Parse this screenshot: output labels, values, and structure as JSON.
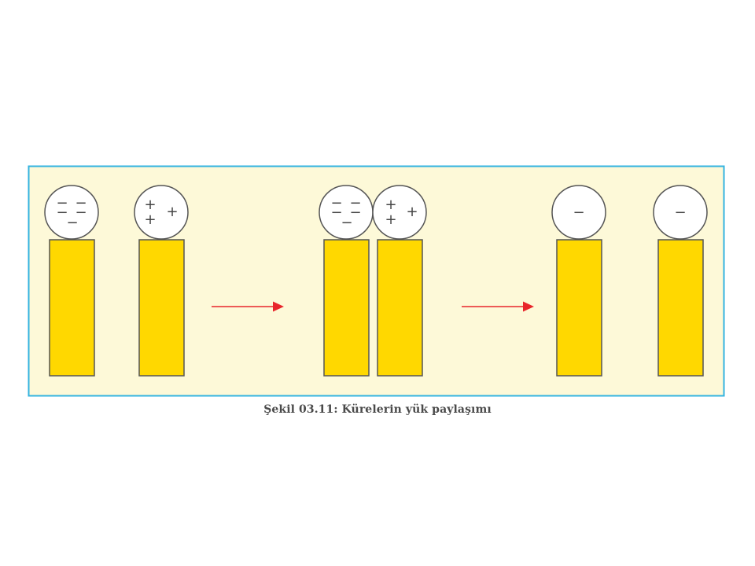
{
  "figure": {
    "caption": "Şekil 03.11: Kürelerin yük paylaşımı"
  },
  "colors": {
    "panel_background": "#fdf9d8",
    "panel_border": "#33b3e0",
    "stand_fill": "#ffd800",
    "stand_stroke": "#555555",
    "sphere_fill": "#ffffff",
    "sphere_stroke": "#555555",
    "arrow": "#e8262b"
  },
  "stages": [
    {
      "name": "before-contact",
      "electroscopes": [
        {
          "charge": "negative",
          "signs": [
            "−",
            "−",
            "−",
            "−",
            "−"
          ]
        },
        {
          "charge": "positive",
          "signs": [
            "+",
            "+",
            "+"
          ]
        }
      ]
    },
    {
      "name": "in-contact",
      "electroscopes": [
        {
          "charge": "negative",
          "signs": [
            "−",
            "−",
            "−",
            "−",
            "−"
          ]
        },
        {
          "charge": "positive",
          "signs": [
            "+",
            "+",
            "+"
          ]
        }
      ]
    },
    {
      "name": "after-separation",
      "electroscopes": [
        {
          "charge": "negative",
          "signs": [
            "−"
          ]
        },
        {
          "charge": "negative",
          "signs": [
            "−"
          ]
        }
      ]
    }
  ],
  "arrows": [
    {
      "direction": "right"
    },
    {
      "direction": "right"
    }
  ]
}
